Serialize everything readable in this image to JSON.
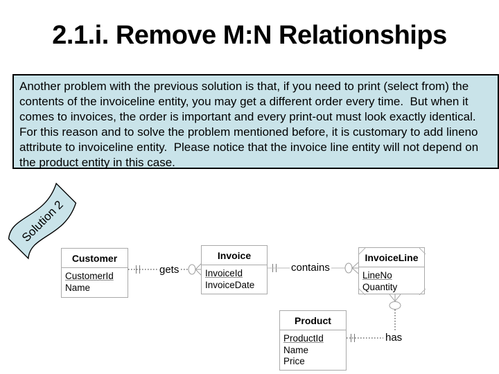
{
  "slide": {
    "title": "2.1.i. Remove M:N Relationships",
    "description": "Another problem with the previous solution is that, if you need to print (select from) the contents of the invoiceline entity, you may get a different order every time.  But when it comes to invoices, the order is important and every print-out must look exactly identical.  For this reason and to solve the problem mentioned before, it is customary to add lineno attribute to invoiceline entity.  Please notice that the invoice line entity will not depend on the product entity in this case.",
    "ribbon_label": "Solution 2"
  },
  "colors": {
    "highlight_bg": "#c9e3e9",
    "box_border": "#000000",
    "entity_border": "#a9a9a9",
    "connector_light": "#9e9e9e",
    "connector_dark": "#2a2a2a"
  },
  "diagram": {
    "entities": [
      {
        "name": "Customer",
        "attributes": [
          {
            "text": "CustomerId",
            "key": true
          },
          {
            "text": "Name",
            "key": false
          }
        ]
      },
      {
        "name": "Invoice",
        "attributes": [
          {
            "text": "InvoiceId",
            "key": true
          },
          {
            "text": "InvoiceDate",
            "key": false
          }
        ]
      },
      {
        "name": "InvoiceLine",
        "attributes": [
          {
            "text": "LineNo",
            "key": true
          },
          {
            "text": "Quantity",
            "key": false
          }
        ]
      },
      {
        "name": "Product",
        "attributes": [
          {
            "text": "ProductId",
            "key": true
          },
          {
            "text": "Name",
            "key": false
          },
          {
            "text": "Price",
            "key": false
          }
        ]
      }
    ],
    "relationships": [
      {
        "label": "gets",
        "from": "Customer",
        "to": "Invoice",
        "from_marker": "exactly-one (||)",
        "to_marker": "zero-or-many (o<)",
        "line": "dotted"
      },
      {
        "label": "contains",
        "from": "Invoice",
        "to": "InvoiceLine",
        "from_marker": "exactly-one (||)",
        "to_marker": "zero-or-many (o<)",
        "line": "solid"
      },
      {
        "label": "has",
        "from": "Product",
        "to": "InvoiceLine",
        "from_marker": "exactly-one (||)",
        "to_marker": "zero-or-many (o<)",
        "line": "dotted"
      }
    ]
  }
}
